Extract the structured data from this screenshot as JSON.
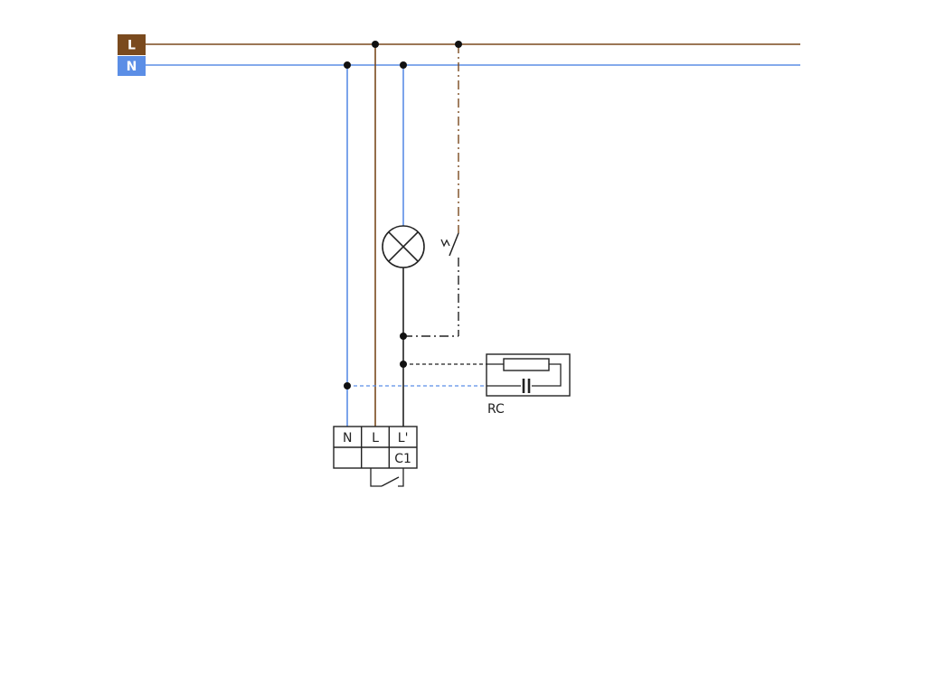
{
  "colors": {
    "line_L": "#7a4a1e",
    "line_N": "#5b8ee6",
    "tag_L_bg": "#7a4a1e",
    "tag_N_bg": "#5b8ee6",
    "wire_black": "#222222",
    "background": "#ffffff"
  },
  "bus": {
    "L_label": "L",
    "N_label": "N"
  },
  "terminal_block": {
    "terminals": [
      "N",
      "L",
      "L'"
    ],
    "output_label": "C1"
  },
  "rc_module": {
    "label": "RC"
  },
  "symbols": {
    "lamp": "lamp-icon",
    "switch": "switch-icon",
    "resistor": "resistor-icon",
    "capacitor": "capacitor-icon",
    "relay_contact": "relay-contact-icon"
  }
}
